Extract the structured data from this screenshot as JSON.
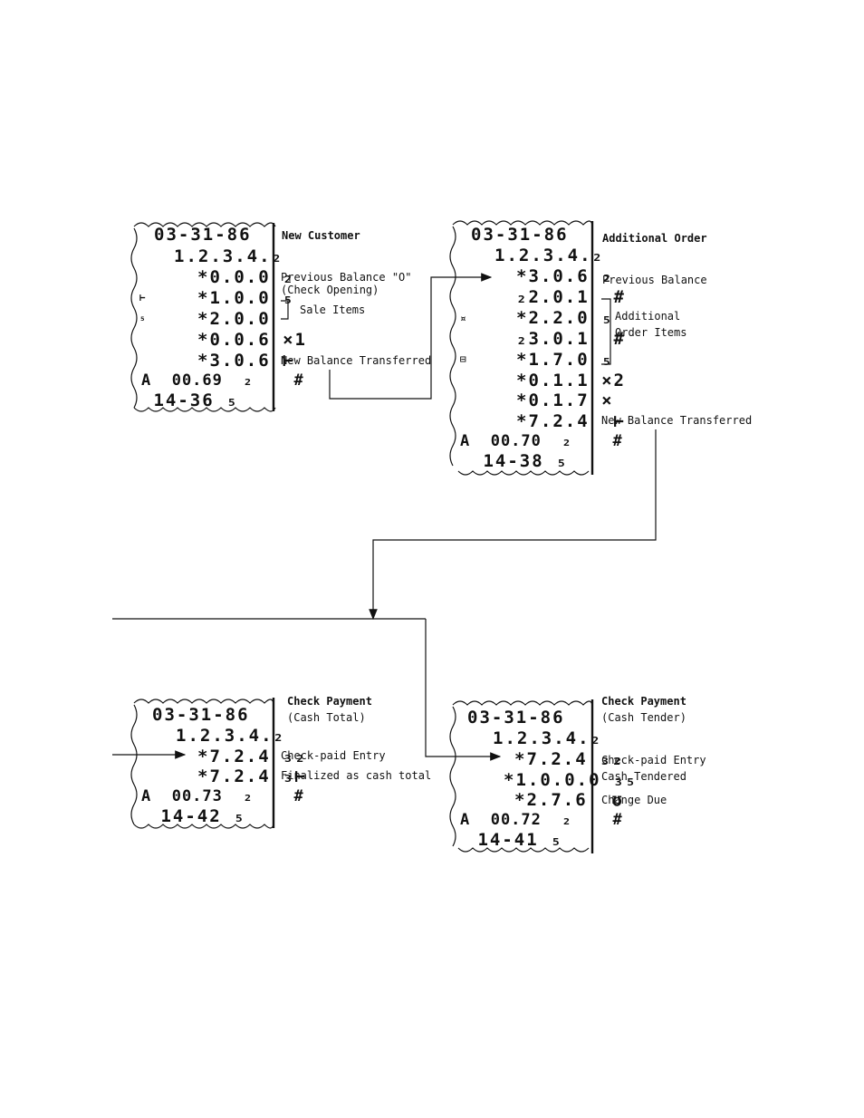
{
  "receipts": {
    "r1": {
      "lines": [
        "03-31-86",
        "1.2.3.4.₂",
        "*0.0.0 ₂",
        "*1.0.0 ₅",
        "*2.0.0",
        "*0.0.6 ×1",
        "*3.0.6 ⊢",
        "A  00.69  ₂    #",
        " 14-36 ₅"
      ],
      "marks": [
        "⊢",
        "₅"
      ]
    },
    "r2": {
      "lines": [
        "03-31-86",
        "1.2.3.4.₂",
        "*3.0.6 ₂",
        "₂2.0.1  #",
        "*2.2.0 ₅",
        "₂3.0.1  #",
        "*1.7.0 ₅",
        "*0.1.1 ×2",
        "*0.1.7 ×",
        "*7.2.4  ⊢",
        "A  00.70  ₂    #",
        " 14-38 ₅"
      ],
      "marks": [
        "¤",
        "⊟"
      ]
    },
    "r3": {
      "lines": [
        "03-31-86",
        "1.2.3.4.₂",
        "*7.2.4 ₃₂",
        "*7.2.4 ₃⊢",
        "A  00.73  ₂    #",
        " 14-42 ₅"
      ]
    },
    "r4": {
      "lines": [
        "03-31-86",
        "1.2.3.4.₂",
        "*7.2.4 ₃₂",
        "*1.0.0.0 ₃₅",
        "*2.7.6  ʊ",
        "A  00.72  ₂    #",
        " 14-41 ₅"
      ]
    }
  },
  "annotations": {
    "new_customer": {
      "title": "New Customer",
      "prev_balance": "Previous Balance \"O\"",
      "check_opening": "(Check Opening)",
      "sale_items": "Sale Items",
      "new_balance": "New Balance Transferred"
    },
    "additional_order": {
      "title": "Additional Order",
      "prev_balance": "Previous Balance",
      "additional": "Additional",
      "order_items": "Order Items",
      "new_balance": "New Balance Transferred"
    },
    "check_payment_total": {
      "title": "Check Payment",
      "subtitle": "(Cash Total)",
      "entry": "Check-paid Entry",
      "finalized": "Finalized as cash total"
    },
    "check_payment_tender": {
      "title": "Check Payment",
      "subtitle": "(Cash Tender)",
      "entry": "Check-paid Entry",
      "tendered": "Cash Tendered",
      "change": "Change Due"
    }
  },
  "colors": {
    "ink": "#111111",
    "paper": "#ffffff"
  }
}
